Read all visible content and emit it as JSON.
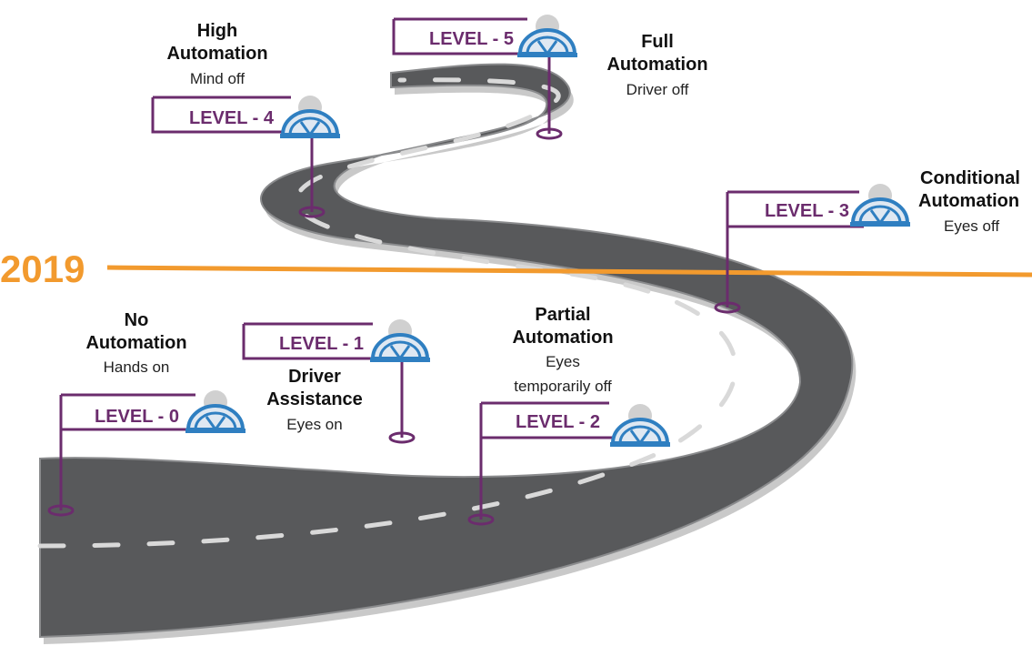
{
  "year_marker": {
    "label": "2019",
    "color": "#f29a2e"
  },
  "colors": {
    "road": "#58595b",
    "road_edge": "#8a8b8d",
    "level_accent": "#6b2c6d",
    "wheel_blue": "#2f7fc1",
    "person_gray": "#d0d0d0"
  },
  "levels": [
    {
      "level": 0,
      "label": "LEVEL - 0",
      "title_lines": [
        "No",
        "Automation"
      ],
      "sub_lines": [
        "Hands on"
      ],
      "icon": "driver-wheel-icon"
    },
    {
      "level": 1,
      "label": "LEVEL - 1",
      "title_lines": [
        "Driver",
        "Assistance"
      ],
      "sub_lines": [
        "Eyes on"
      ],
      "icon": "driver-wheel-icon"
    },
    {
      "level": 2,
      "label": "LEVEL - 2",
      "title_lines": [
        "Partial",
        "Automation"
      ],
      "sub_lines": [
        "Eyes",
        "temporarily off"
      ],
      "icon": "driver-wheel-icon"
    },
    {
      "level": 3,
      "label": "LEVEL - 3",
      "title_lines": [
        "Conditional",
        "Automation"
      ],
      "sub_lines": [
        "Eyes off"
      ],
      "icon": "driver-wheel-icon"
    },
    {
      "level": 4,
      "label": "LEVEL - 4",
      "title_lines": [
        "High",
        "Automation"
      ],
      "sub_lines": [
        "Mind off"
      ],
      "icon": "driver-wheel-icon"
    },
    {
      "level": 5,
      "label": "LEVEL - 5",
      "title_lines": [
        "Full",
        "Automation"
      ],
      "sub_lines": [
        "Driver off"
      ],
      "icon": "driver-wheel-icon"
    }
  ]
}
